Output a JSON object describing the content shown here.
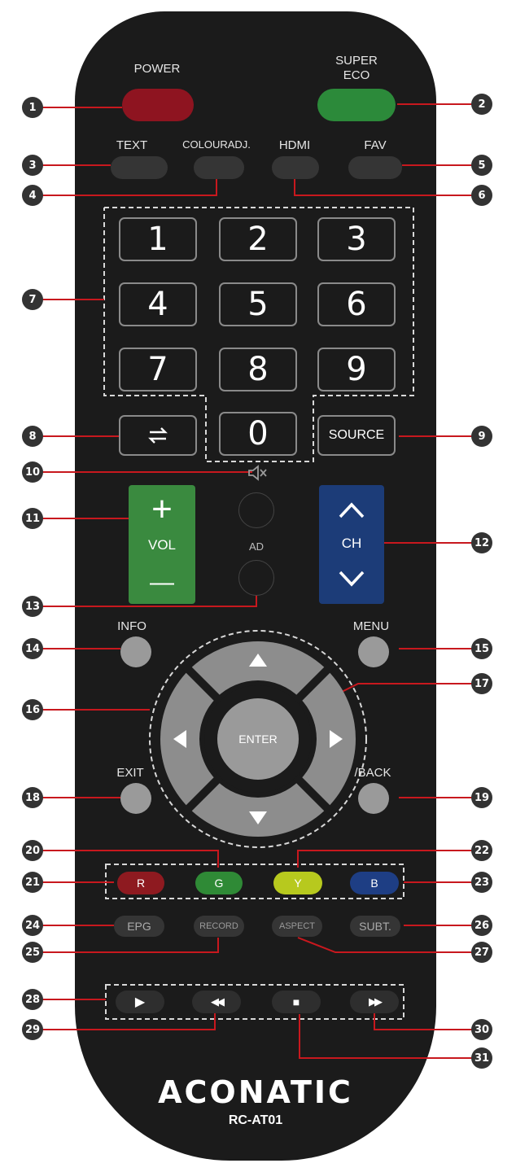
{
  "labels": {
    "power": "POWER",
    "super_eco": "SUPER ECO",
    "text": "TEXT",
    "colour_adj": "COLOURADJ.",
    "hdmi": "HDMI",
    "fav": "FAV",
    "ad": "AD",
    "info": "INFO",
    "menu": "MENU",
    "exit": "EXIT",
    "back": "/BACK"
  },
  "buttons": {
    "numbers": [
      "1",
      "2",
      "3",
      "4",
      "5",
      "6",
      "7",
      "8",
      "9",
      "0"
    ],
    "source": "SOURCE",
    "vol_plus": "+",
    "vol": "VOL",
    "vol_minus": "—",
    "ch": "CH",
    "enter": "ENTER",
    "red": "R",
    "green": "G",
    "yellow": "Y",
    "blue": "B",
    "epg": "EPG",
    "record": "RECORD",
    "aspect": "ASPECT",
    "subt": "SUBT.",
    "play": "▶",
    "rewind": "◀◀",
    "stop": "■",
    "fast_forward": "▶▶"
  },
  "callouts": [
    "1",
    "2",
    "3",
    "4",
    "5",
    "6",
    "7",
    "8",
    "9",
    "10",
    "11",
    "12",
    "13",
    "14",
    "15",
    "16",
    "17",
    "18",
    "19",
    "20",
    "21",
    "22",
    "23",
    "24",
    "25",
    "26",
    "27",
    "28",
    "29",
    "30",
    "31"
  ],
  "brand": {
    "name": "ACONATIC",
    "model": "RC-AT01"
  },
  "colors": {
    "body": "#1b1b1b",
    "power": "#8e1420",
    "super_eco": "#2c8a3a",
    "vol": "#3a8a3f",
    "ch": "#1c3c78",
    "red": "#8e1a20",
    "green": "#2f8a36",
    "yellow": "#b7c91e",
    "blue": "#1e3e84",
    "leader": "#c8181e"
  }
}
